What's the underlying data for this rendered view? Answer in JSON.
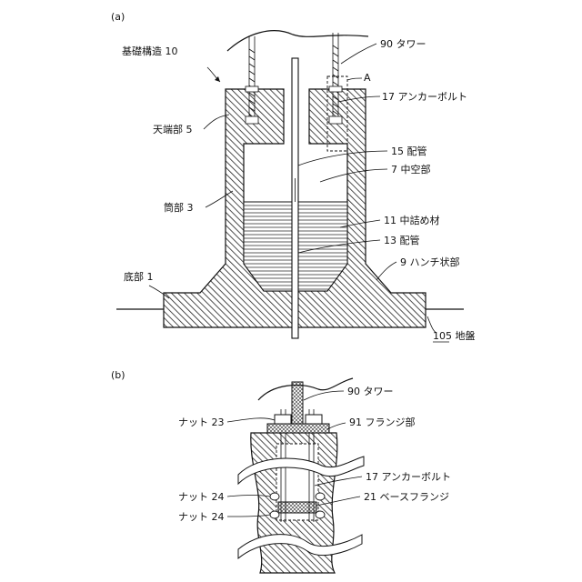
{
  "figure_a": {
    "panel_label": "(a)",
    "labels": {
      "foundation": "基礎構造 10",
      "tower": "90 タワー",
      "detail_a": "A",
      "anchor_bolt": "17 アンカーボルト",
      "top_end": "天端部 5",
      "pipe_15": "15 配管",
      "hollow": "7 中空部",
      "cylinder": "筒部 3",
      "filler": "11 中詰め材",
      "pipe_13": "13 配管",
      "haunch": "9 ハンチ状部",
      "bottom": "底部 1",
      "ground": "105 地盤"
    }
  },
  "figure_b": {
    "panel_label": "(b)",
    "labels": {
      "tower": "90 タワー",
      "nut_23": "ナット 23",
      "flange": "91 フランジ部",
      "anchor_bolt": "17 アンカーボルト",
      "nut_24a": "ナット 24",
      "base_flange": "21 ベースフランジ",
      "nut_24b": "ナット 24"
    }
  }
}
